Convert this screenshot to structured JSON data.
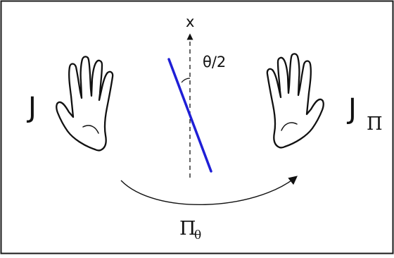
{
  "diagram": {
    "axis_label": "x",
    "angle_label": "θ/2",
    "left_label": "J",
    "right_label_base": "J",
    "right_label_subscript": "Π",
    "operator_base": "Π",
    "operator_subscript": "θ"
  },
  "colors": {
    "border": "#1a1a1a",
    "mirror": "#1f1fd6",
    "stroke": "#111111"
  },
  "icons": {
    "left": "left-hand-outline-icon",
    "right": "right-hand-outline-icon"
  }
}
